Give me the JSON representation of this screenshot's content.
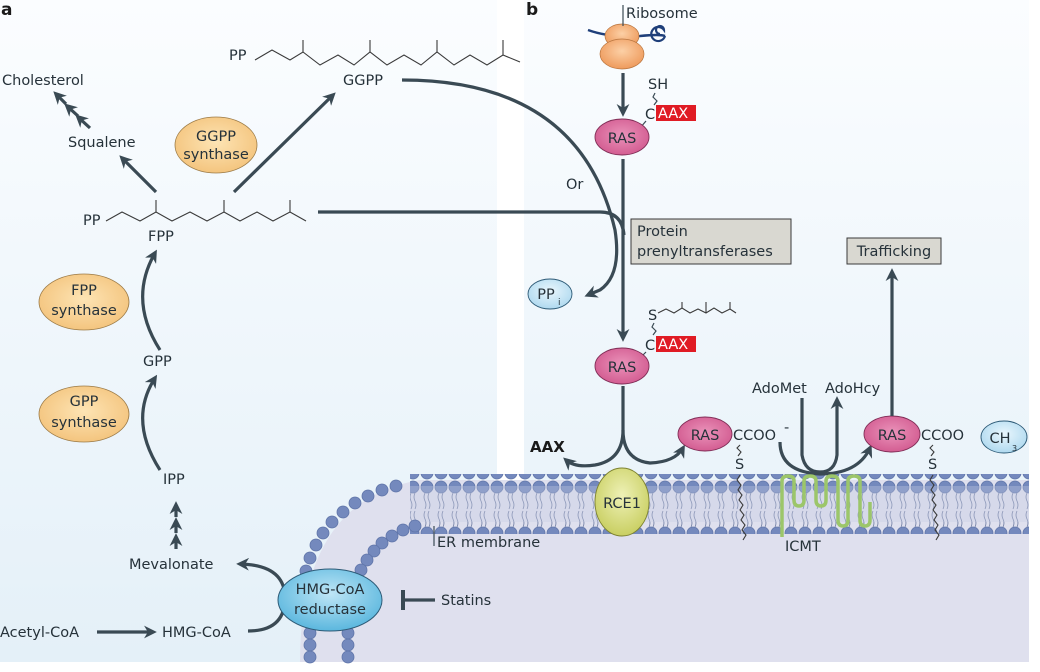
{
  "panels": {
    "a": "a",
    "b": "b"
  },
  "panel_a": {
    "cholesterol": "Cholesterol",
    "squalene": "Squalene",
    "ggpp_synthase": [
      "GGPP",
      "synthase"
    ],
    "ggpp": "GGPP",
    "ggpp_pp": "PP",
    "fpp_pp": "PP",
    "fpp": "FPP",
    "fpp_synthase": [
      "FPP",
      "synthase"
    ],
    "gpp": "GPP",
    "gpp_synthase": [
      "GPP",
      "synthase"
    ],
    "ipp": "IPP",
    "mevalonate": "Mevalonate",
    "acetyl_coa": "Acetyl-CoA",
    "hmg_coa": "HMG-CoA",
    "hmg_coa_reductase": [
      "HMG-CoA",
      "reductase"
    ],
    "statins": "Statins",
    "er_membrane": "ER membrane"
  },
  "panel_b": {
    "ribosome": "Ribosome",
    "sh": "SH",
    "c": "C",
    "aax": "AAX",
    "ras": "RAS",
    "or": "Or",
    "protein_prenyltransferases": [
      "Protein",
      "prenyltransferases"
    ],
    "ppi": "PP",
    "ppi_sub": "i",
    "s": "S",
    "aax_released": "AAX",
    "rce1": "RCE1",
    "ccoo_minus": "CCOO",
    "minus": "-",
    "adomet": "AdoMet",
    "adohcy": "AdoHcy",
    "icmt": "ICMT",
    "trafficking": "Trafficking",
    "ccoo": "CCOO",
    "ch3": "CH",
    "ch3_sub": "3"
  },
  "colors": {
    "background_top": "#f7fbfe",
    "background_bottom": "#e6f1f9",
    "lumen": "#dfe0ee",
    "lipid_head": "#7489bd",
    "synthase_fill": "#f7cf8d",
    "ras_fill": "#d96a9c",
    "ribosome_fill": "#f2a46a",
    "hmgcr_fill": "#7dc7e5",
    "ppi_fill": "#c8e6f5",
    "rce1_fill": "#d7dc7f",
    "icmt_stroke": "#9cc66a",
    "caax_red": "#e01b24",
    "box_fill": "#d9d8d1",
    "arrow": "#3a4a54"
  }
}
